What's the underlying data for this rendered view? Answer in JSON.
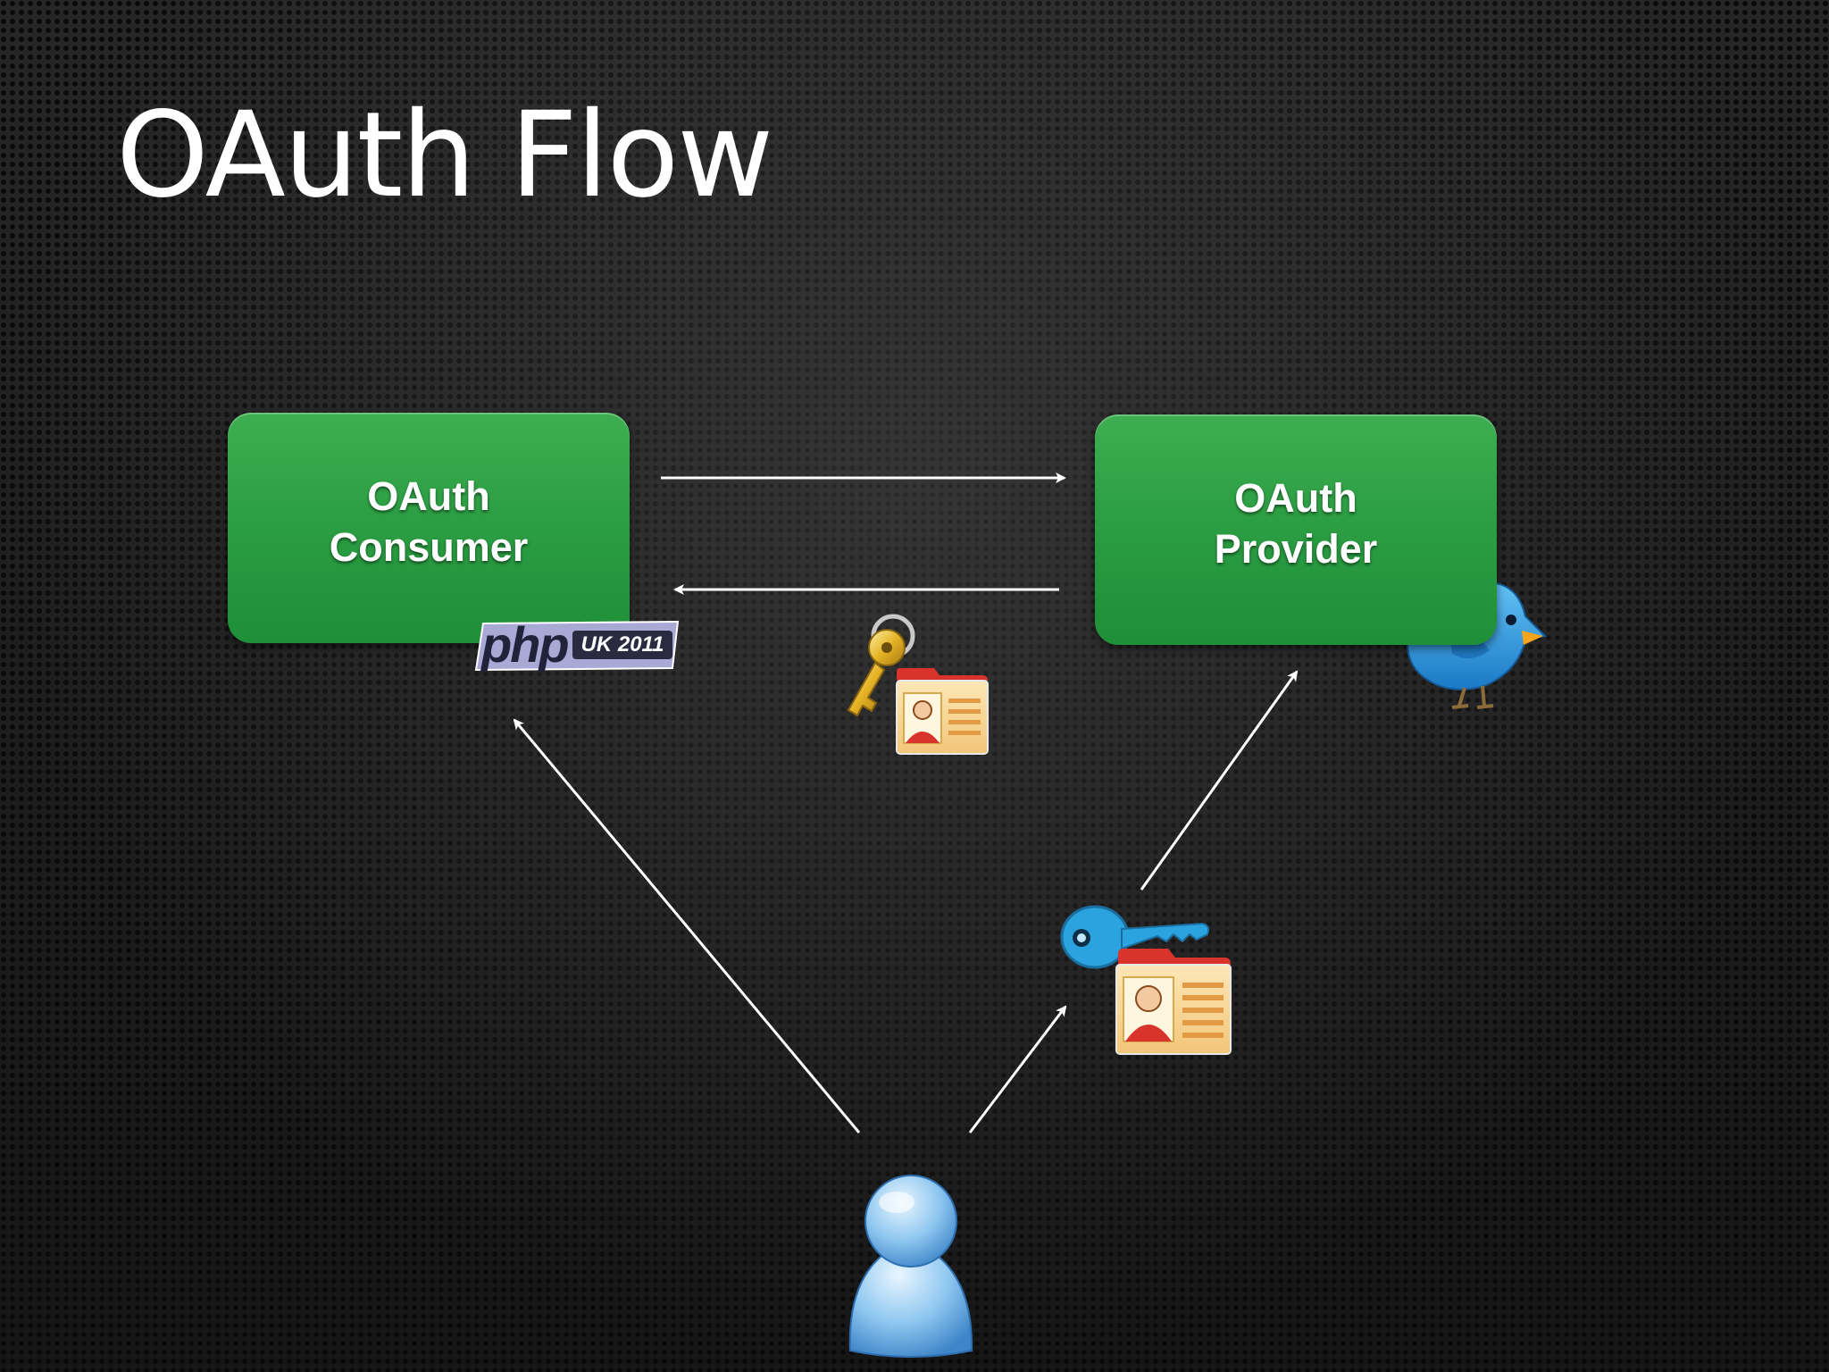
{
  "slide": {
    "title": "OAuth Flow"
  },
  "nodes": {
    "consumer": {
      "label": "OAuth\nConsumer"
    },
    "provider": {
      "label": "OAuth\nProvider"
    }
  },
  "badges": {
    "php": {
      "main": "php",
      "sub": "UK 2011"
    }
  },
  "icons": {
    "consumer_logo": "php-uk-2011-logo",
    "provider_logo": "twitter-bird-icon",
    "request_token": "gold-key-icon",
    "access_token": "blue-key-icon",
    "user_profile": "contact-card-icon",
    "user": "user-icon"
  },
  "colors": {
    "background": "#1c1c1c",
    "node_fill": "#2c9e43",
    "arrow": "#ffffff",
    "title": "#ffffff",
    "twitter_blue": "#2f9be0",
    "gold_key": "#e5b325",
    "blue_key": "#2aa3de"
  }
}
